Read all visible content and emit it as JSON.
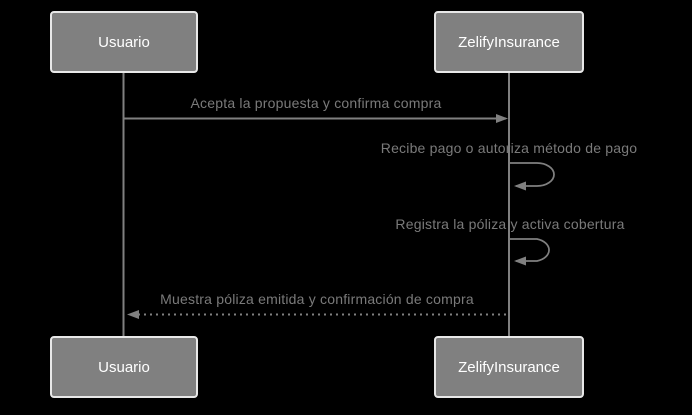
{
  "diagram": {
    "type": "sequence-diagram",
    "background_color": "#000000",
    "colors": {
      "actor_fill": "#808080",
      "actor_border": "#e8e8e8",
      "actor_text": "#ffffff",
      "line": "#808080",
      "message_text": "#7a7a7a"
    },
    "actors": [
      {
        "id": "usuario",
        "label": "Usuario"
      },
      {
        "id": "zelifyinsurance",
        "label": "ZelifyInsurance"
      }
    ],
    "messages": [
      {
        "from": "Usuario",
        "to": "ZelifyInsurance",
        "style": "solid-arrow",
        "label": "Acepta la propuesta y confirma compra"
      },
      {
        "from": "ZelifyInsurance",
        "to": "ZelifyInsurance",
        "style": "self-loop",
        "label": "Recibe pago o autoriza método de pago"
      },
      {
        "from": "ZelifyInsurance",
        "to": "ZelifyInsurance",
        "style": "self-loop",
        "label": "Registra la póliza y activa cobertura"
      },
      {
        "from": "ZelifyInsurance",
        "to": "Usuario",
        "style": "dotted-arrow",
        "label": "Muestra póliza emitida y confirmación de compra"
      }
    ]
  }
}
